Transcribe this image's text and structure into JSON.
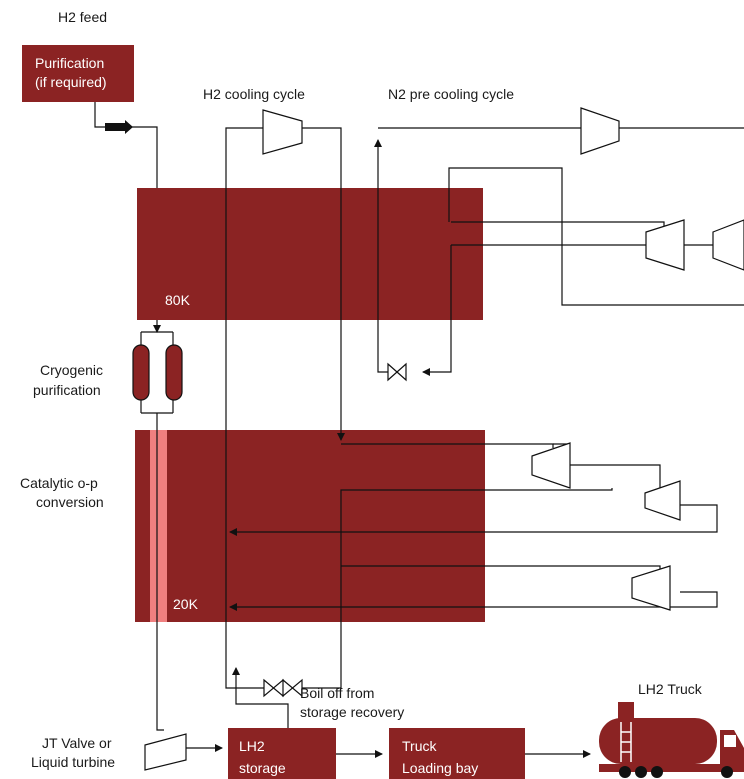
{
  "labels": {
    "h2_feed": "H2 feed",
    "purification_line1": "Purification",
    "purification_line2": "(if required)",
    "h2_cooling_cycle": "H2 cooling cycle",
    "n2_precooling_cycle": "N2 pre cooling cycle",
    "temp_80k": "80K",
    "cryogenic_purification_line1": "Cryogenic",
    "cryogenic_purification_line2": "purification",
    "catalytic_line1": "Catalytic o-p",
    "catalytic_line2": "conversion",
    "temp_20k": "20K",
    "boil_off_line1": "Boil off from",
    "boil_off_line2": "storage recovery",
    "lh2_truck": "LH2 Truck",
    "jt_valve_line1": "JT Valve or",
    "jt_valve_line2": "Liquid turbine",
    "lh2_storage_line1": "LH2",
    "lh2_storage_line2": "storage",
    "truck_loading_line1": "Truck",
    "truck_loading_line2": "Loading bay"
  },
  "colors": {
    "process_block": "#8b2323",
    "highlight_stream": "#f08080",
    "line": "#111111"
  }
}
